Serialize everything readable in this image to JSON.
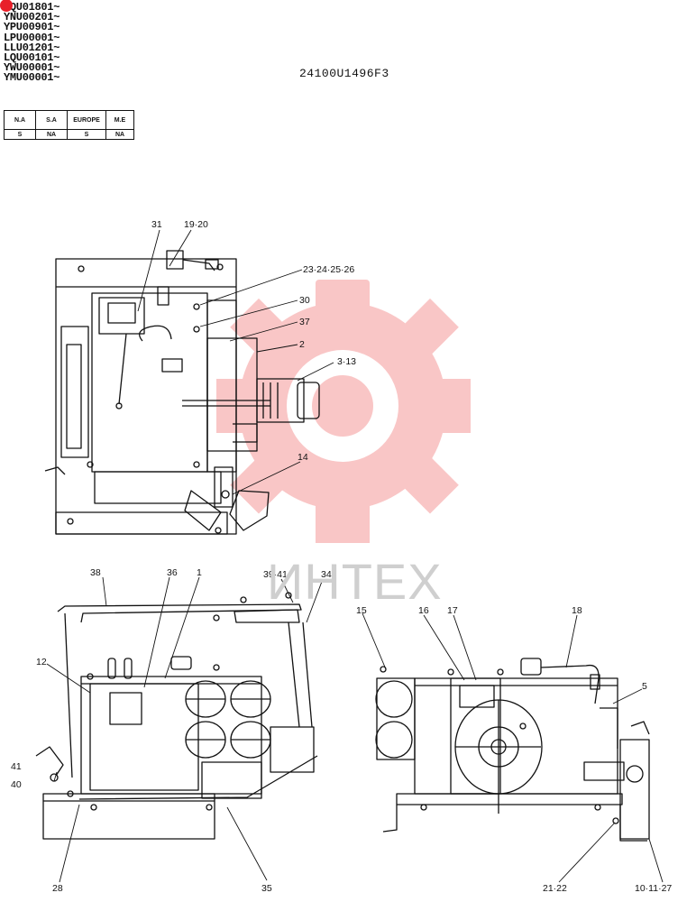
{
  "serial_ranges": [
    "YQU01801~",
    "YNU00201~",
    "YPU00901~",
    "LPU00001~",
    "LLU01201~",
    "LQU00101~",
    "YWU00001~",
    "YMU00001~"
  ],
  "region_table": {
    "headers": [
      "N.A",
      "S.A",
      "EUROPE",
      "M.E"
    ],
    "values": [
      "S",
      "NA",
      "S",
      "NA"
    ]
  },
  "part_code": "24100U1496F3",
  "watermark_text": "ИНТЕХ",
  "colors": {
    "badge": "#e8202a",
    "watermark_gear": "#f7b3b3",
    "line": "#111111"
  },
  "callouts": {
    "c31": "31",
    "c19_20": "19·20",
    "c23_26": "23·24·25·26",
    "c30": "30",
    "c37": "37",
    "c2": "2",
    "c3_13": "3·13",
    "c14": "14",
    "c38": "38",
    "c36": "36",
    "c1": "1",
    "c39_41": "39·41",
    "c34": "34",
    "c12": "12",
    "c41": "41",
    "c40": "40",
    "c28": "28",
    "c35": "35",
    "c15": "15",
    "c16": "16",
    "c17": "17",
    "c18": "18",
    "c5": "5",
    "c21_22": "21·22",
    "c10_11_27": "10·11·27"
  }
}
